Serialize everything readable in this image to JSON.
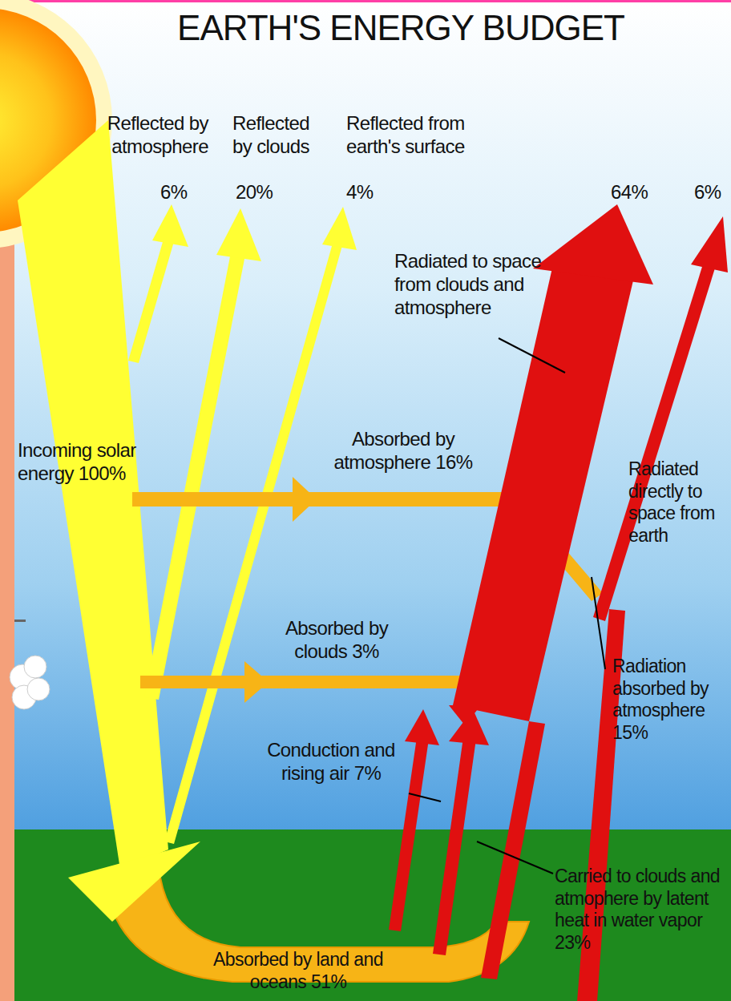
{
  "diagram": {
    "title": "EARTH'S ENERGY BUDGET",
    "labels": [
      "Reflected by atmosphere",
      "6%",
      "Reflected by clouds",
      "20%",
      "Reflected from earth's surface",
      "4%",
      "64%",
      "6%",
      "Radiated to space from clouds and atmosphere",
      "Absorbed by atmosphere 16%",
      "Incoming solar energy 100%",
      "Radiated directly to space from earth",
      "Absorbed by clouds 3%",
      "Radiation absorbed by atmosphere 15%",
      "Conduction and rising air 7%",
      "Carried to clouds and atmophere by latent heat in water vapor 23%",
      "Absorbed by land and oceans 51%"
    ]
  }
}
